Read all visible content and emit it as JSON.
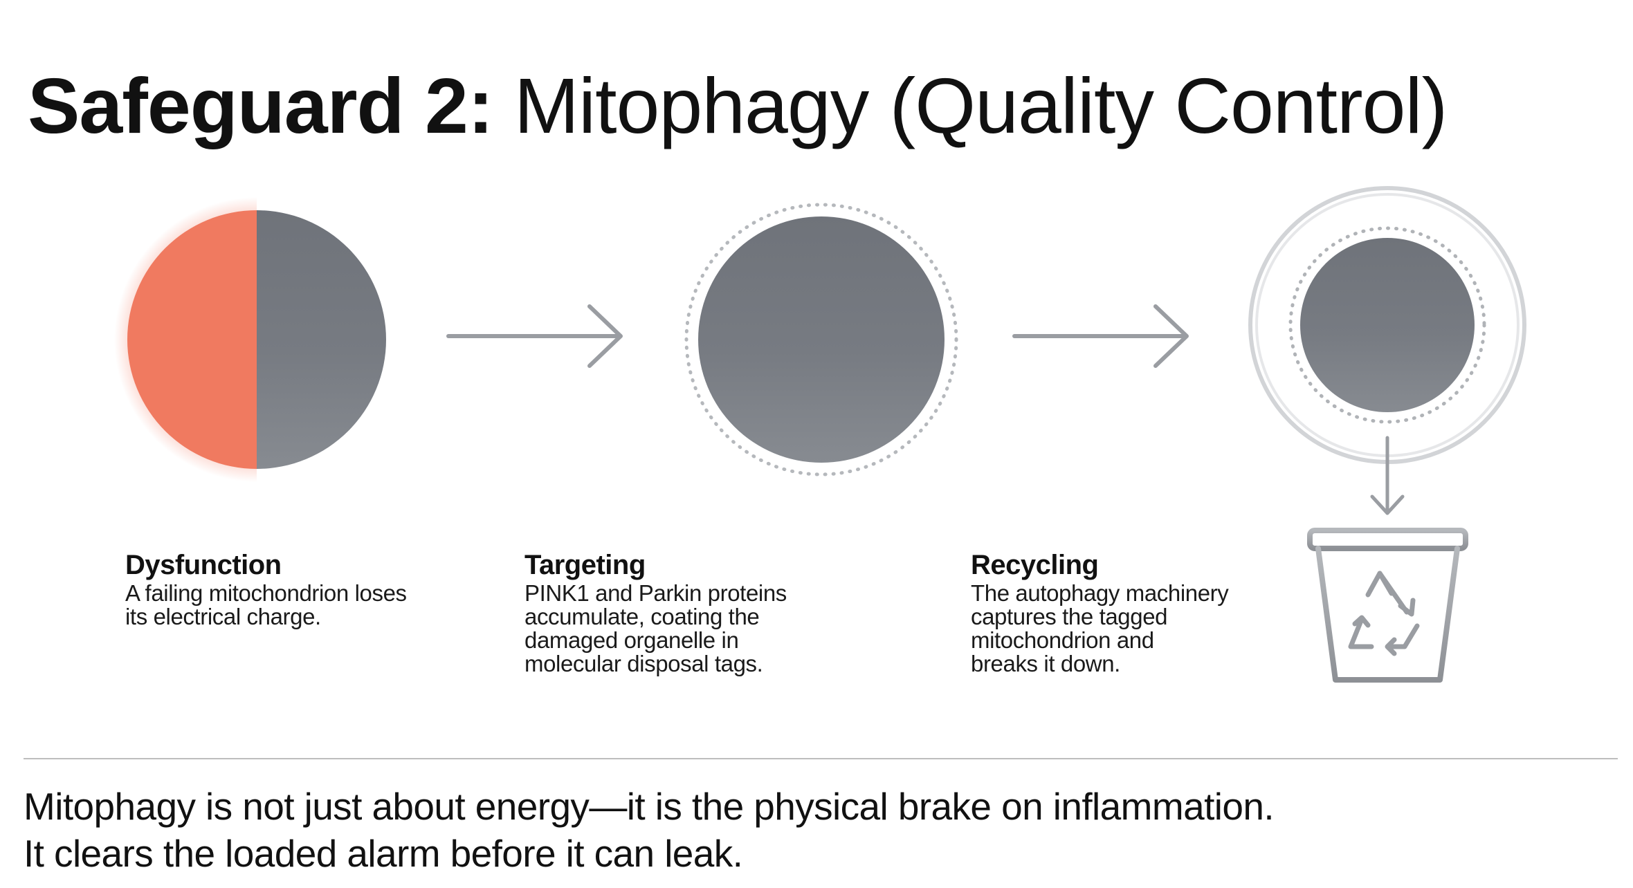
{
  "title": {
    "strong": "Safeguard 2:",
    "rest": "Mitophagy (Quality Control)"
  },
  "colors": {
    "failing": "#f07a60",
    "mitochondrion": "#757980",
    "line": "#9a9da2",
    "text": "#111111"
  },
  "steps": [
    {
      "title": "Dysfunction",
      "desc": [
        "A failing mitochondrion loses",
        "its electrical charge."
      ]
    },
    {
      "title": "Targeting",
      "desc": [
        "PINK1 and Parkin proteins",
        "accumulate, coating the",
        "damaged organelle in",
        "molecular disposal tags."
      ]
    },
    {
      "title": "Recycling",
      "desc": [
        "The autophagy machinery",
        "captures the tagged",
        "mitochondrion and",
        "breaks it down."
      ]
    }
  ],
  "icons": {
    "arrow_1": "right-arrow-icon",
    "arrow_2": "right-arrow-icon",
    "arrow_down": "down-arrow-icon",
    "bin": "recycle-bin-icon"
  },
  "summary": [
    "Mitophagy is not just about energy—it is the physical brake on inflammation.",
    "It clears the loaded alarm before it can leak."
  ]
}
